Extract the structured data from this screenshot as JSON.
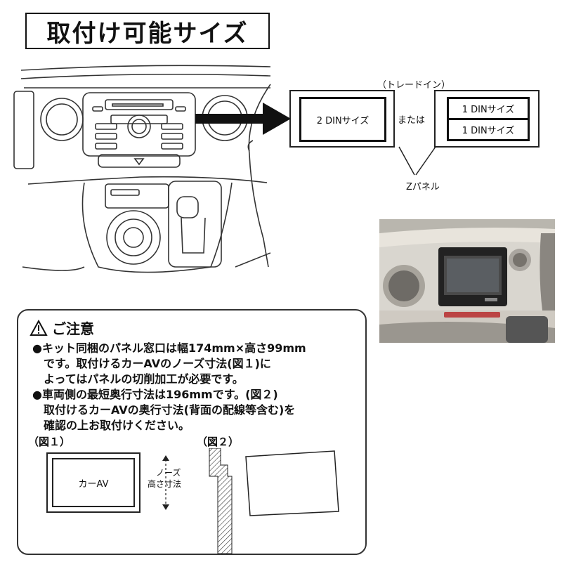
{
  "title": "取付け可能サイズ",
  "tradein_label": "（トレードイン）",
  "panel_2din": "2 DINサイズ",
  "or_label": "または",
  "panel_1din_top": "1 DINサイズ",
  "panel_1din_bottom": "1 DINサイズ",
  "zpanel_label": "Zパネル",
  "caution": {
    "title": "ご注意",
    "lines": [
      "●キット同梱のパネル窓口は幅174mm×高さ99mm",
      "　です。取付けるカーAVのノーズ寸法(図１)に",
      "　よってはパネルの切削加工が必要です。",
      "●車両側の最短奥行寸法は196mmです。(図２)",
      "　取付けるカーAVの奥行寸法(背面の配線等含む)を",
      "　確認の上お取付けください。"
    ],
    "fig1_label": "（図１）",
    "fig2_label": "（図２）",
    "car_av_label": "カーAV",
    "nose_label_1": "ノーズ",
    "nose_label_2": "高さ寸法"
  },
  "icons": [
    "warning-icon",
    "arrow-right-icon"
  ]
}
